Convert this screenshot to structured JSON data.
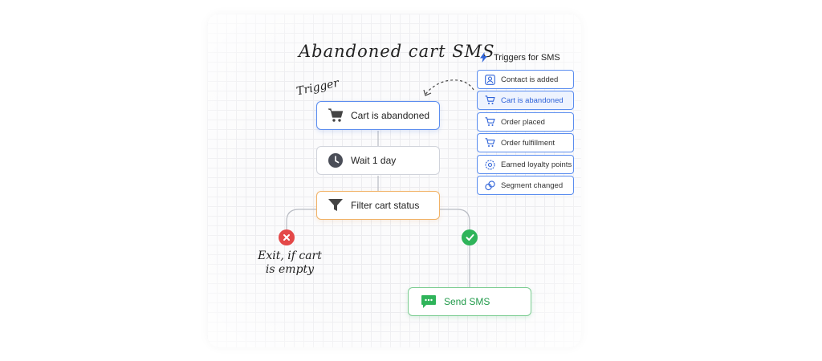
{
  "diagram": {
    "title": "Abandoned cart SMS",
    "trigger_label": "Trigger",
    "exit_label": "Exit, if cart is empty",
    "nodes": {
      "cart": {
        "label": "Cart is abandoned",
        "icon": "cart-icon"
      },
      "wait": {
        "label": "Wait 1 day",
        "icon": "clock-icon"
      },
      "filter": {
        "label": "Filter cart status",
        "icon": "filter-icon"
      },
      "sms": {
        "label": "Send SMS",
        "icon": "message-icon"
      }
    },
    "colors": {
      "blue": "#5b8def",
      "orange": "#f1b266",
      "green": "#2fb45a",
      "red": "#e44848"
    }
  },
  "triggers_panel": {
    "title": "Triggers for SMS",
    "items": [
      {
        "label": "Contact is added",
        "icon": "contact-icon"
      },
      {
        "label": "Cart is abandoned",
        "icon": "cart-icon",
        "active": true
      },
      {
        "label": "Order placed",
        "icon": "cart-icon"
      },
      {
        "label": "Order fulfillment",
        "icon": "cart-icon"
      },
      {
        "label": "Earned loyalty points",
        "icon": "gear-icon"
      },
      {
        "label": "Segment changed",
        "icon": "segment-icon"
      }
    ]
  }
}
